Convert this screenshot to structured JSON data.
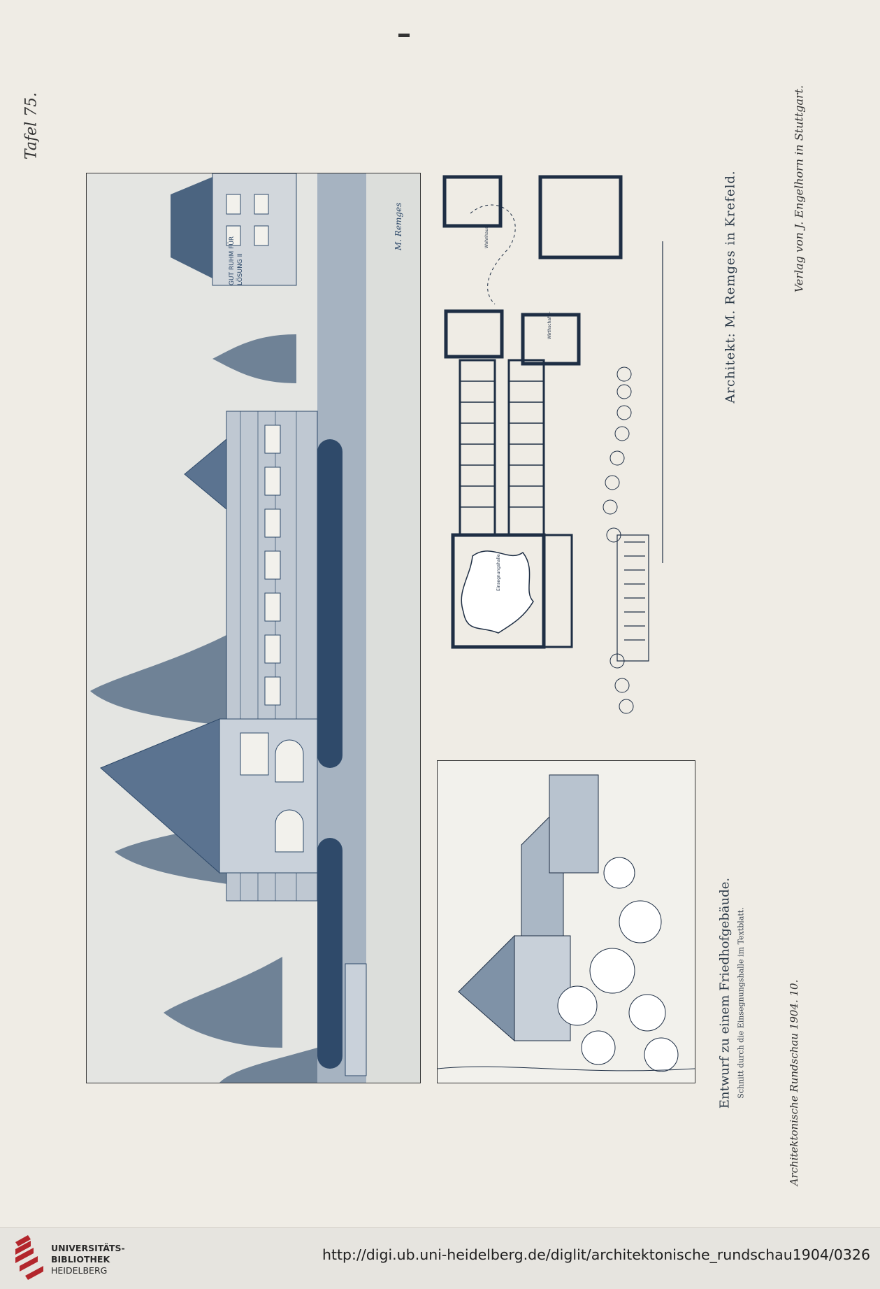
{
  "plate": {
    "label": "Tafel 75."
  },
  "credits": {
    "architect": "Architekt: M. Remges in Krefeld.",
    "publisher": "Verlag von J. Engelhorn in Stuttgart.",
    "journal": "Architektonische Rundschau 1904. 10."
  },
  "caption": {
    "title": "Entwurf zu einem Friedhofgebäude.",
    "subtitle": "Schnitt durch die Einsegnungshalle im Textblatt."
  },
  "elevation": {
    "motto_line1": "GUT RUHM FÜR",
    "motto_line2": "LÖSUNG II",
    "signature": "M. Remges"
  },
  "plan": {
    "room_left": "Einsegnungshalle",
    "room_mid": "Wirthschafts-",
    "legend": "Wohnhaus"
  },
  "footer": {
    "library_line1": "UNIVERSITÄTS-",
    "library_line2": "BIBLIOTHEK",
    "library_line3": "HEIDELBERG",
    "url": "http://digi.ub.uni-heidelberg.de/diglit/architektonische_rundschau1904/0326"
  },
  "colors": {
    "ink": "#2f4a6a",
    "paper": "#efece5",
    "logo": "#b3262c"
  }
}
